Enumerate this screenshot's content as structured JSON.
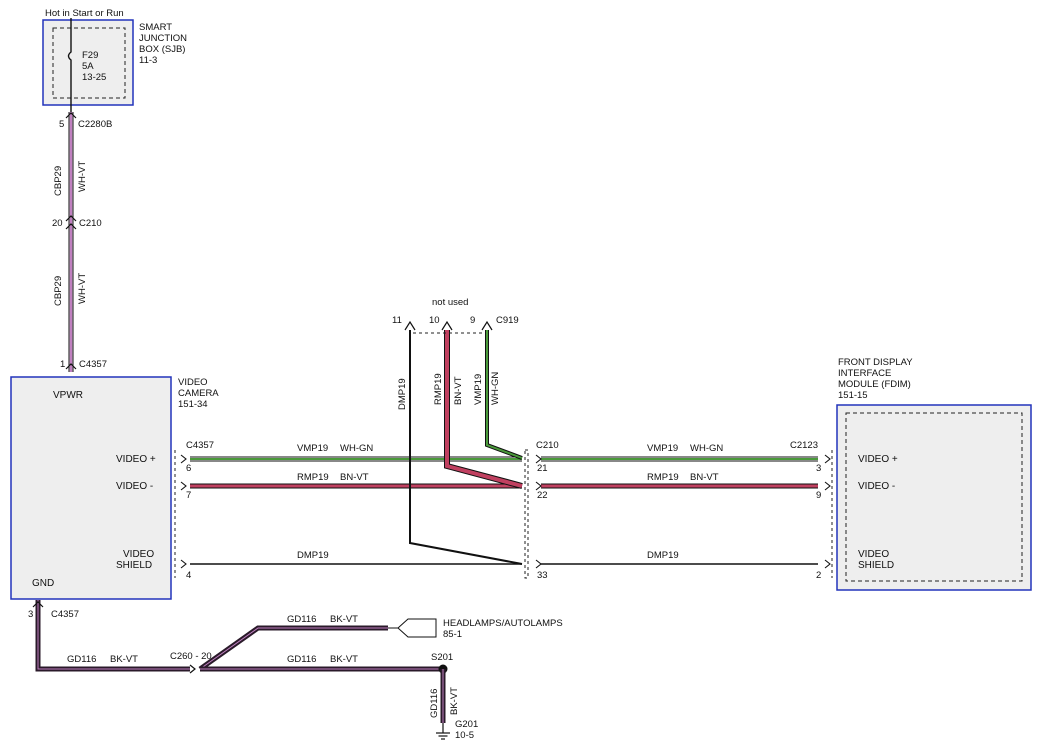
{
  "sjb": {
    "top_label": "Hot in Start or Run",
    "title": [
      "SMART",
      "JUNCTION",
      "BOX (SJB)",
      "11-3"
    ],
    "fuse": [
      "F29",
      "5A",
      "13-25"
    ]
  },
  "connectors": {
    "c2280b": {
      "pin": "5",
      "name": "C2280B"
    },
    "c210_top": {
      "pin": "20",
      "name": "C210"
    },
    "c4357_top": {
      "pin": "1",
      "name": "C4357"
    },
    "c4357_side": "C4357",
    "c210_mid": "C210",
    "c2123": "C2123",
    "c919": {
      "name": "C919",
      "pins": [
        "11",
        "10",
        "9"
      ],
      "note": "not used"
    },
    "c4357_gnd": {
      "pin": "3",
      "name": "C4357"
    },
    "c260": "C260 - 20",
    "s201": "S201",
    "g201": [
      "G201",
      "10-5"
    ]
  },
  "pins": {
    "camera": [
      "6",
      "7",
      "4"
    ],
    "c210_right": [
      "21",
      "22",
      "33"
    ],
    "fdim": [
      "3",
      "9",
      "2"
    ]
  },
  "wires": {
    "cbp29": "CBP29",
    "wh_vt": "WH-VT",
    "vmp19": "VMP19",
    "wh_gn": "WH-GN",
    "rmp19": "RMP19",
    "bn_vt": "BN-VT",
    "dmp19": "DMP19",
    "bn_vt_vertical": "BN-VT",
    "gd116": "GD116",
    "bk_vt": "BK-VT"
  },
  "camera": {
    "title": [
      "VIDEO",
      "CAMERA",
      "151-34"
    ],
    "vpwr": "VPWR",
    "video_plus": "VIDEO +",
    "video_minus": "VIDEO -",
    "shield": [
      "VIDEO",
      "SHIELD"
    ],
    "gnd": "GND"
  },
  "fdim": {
    "title": [
      "FRONT DISPLAY",
      "INTERFACE",
      "MODULE (FDIM)",
      "151-15"
    ],
    "video_plus": "VIDEO +",
    "video_minus": "VIDEO -",
    "shield": [
      "VIDEO",
      "SHIELD"
    ]
  },
  "headlamps": [
    "HEADLAMPS/AUTOLAMPS",
    "85-1"
  ],
  "colors": {
    "module_border": "#2233bb",
    "module_fill": "#eeeeee",
    "wire_wh_vt": "#c080c0",
    "wire_wh_gn": "#4a9a3a",
    "wire_bn_vt": "#c04060",
    "wire_bk_vt": "#2a1a2a"
  }
}
